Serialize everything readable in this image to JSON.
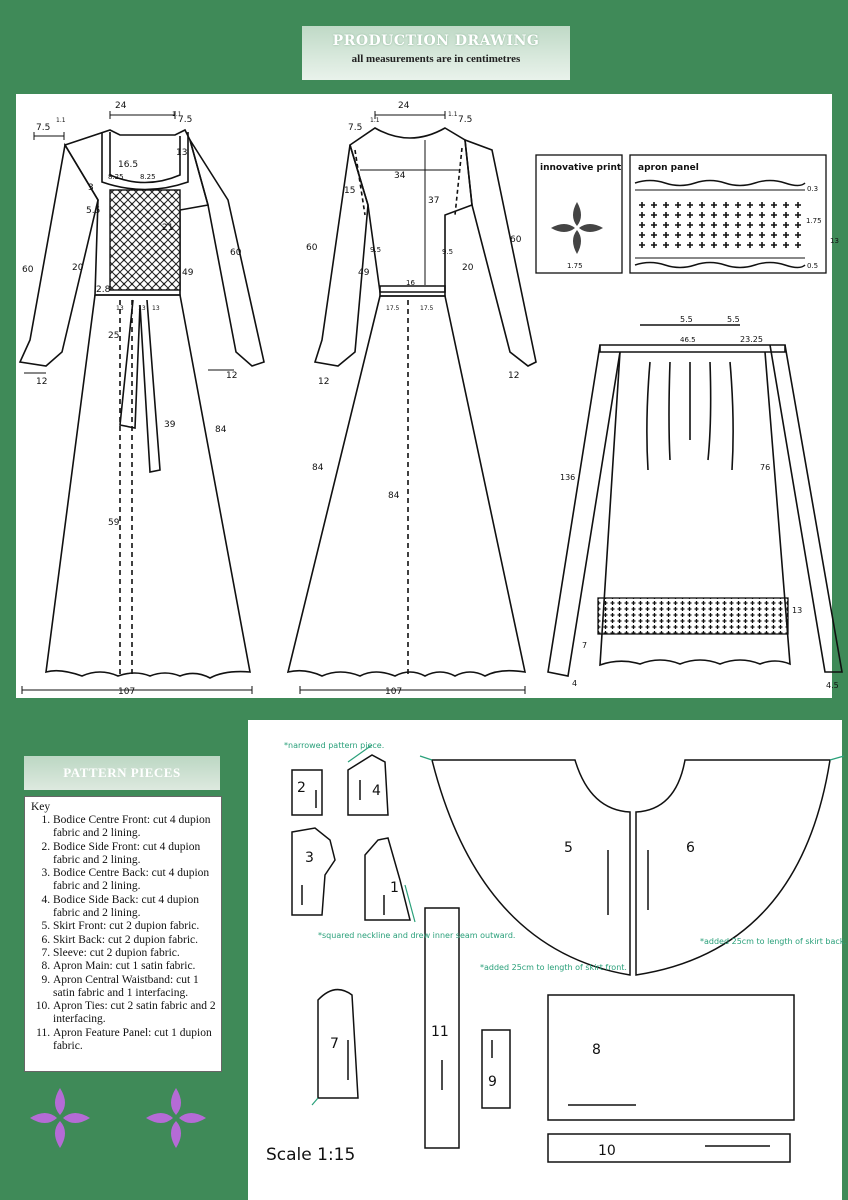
{
  "header": {
    "title": "PRODUCTION DRAWING",
    "subtitle": "all measurements are in centimetres"
  },
  "front_view": {
    "labels": [
      "24",
      "7.5",
      "1.1",
      "7.5",
      "1.1",
      "16.5",
      "8.25",
      "8.25",
      "3",
      "5.5",
      "13",
      "21",
      "60",
      "60",
      "20",
      "49",
      "2.8",
      "13",
      "13",
      "13",
      "25",
      "39",
      "84",
      "59",
      "12",
      "12",
      "107"
    ]
  },
  "back_view": {
    "labels": [
      "24",
      "7.5",
      "1.1",
      "1.1",
      "7.5",
      "34",
      "15",
      "37",
      "60",
      "60",
      "9.5",
      "9.5",
      "49",
      "20",
      "16",
      "17.5",
      "17.5",
      "84",
      "84",
      "12",
      "12",
      "107"
    ]
  },
  "innovative_print": {
    "label": "innovative print",
    "size": "1.75"
  },
  "apron_panel": {
    "label": "apron panel",
    "dims": [
      "0.3",
      "1.75",
      "13",
      "0.5"
    ]
  },
  "apron_view": {
    "labels": [
      "5.5",
      "5.5",
      "46.5",
      "23.25",
      "136",
      "76",
      "13",
      "7",
      "4",
      "4.5"
    ]
  },
  "pattern_pieces": {
    "title": "PATTERN PIECES"
  },
  "key": {
    "title": "Key",
    "items": [
      "Bodice Centre Front: cut 4 dupion fabric and 2 lining.",
      "Bodice Side Front: cut 4  dupion fabric and 2 lining.",
      "Bodice Centre Back: cut 4 dupion fabric and 2 lining.",
      "Bodice Side Back: cut 4 dupion fabric and 2 lining.",
      "Skirt Front: cut 2 dupion fabric.",
      "Skirt Back: cut 2 dupion fabric.",
      "Sleeve: cut 2 dupion fabric.",
      "Apron Main: cut 1 satin fabric.",
      "Apron Central Waistband: cut 1 satin fabric and 1 interfacing.",
      "Apron Ties: cut 2 satin fabric and 2 interfacing.",
      "Apron Feature Panel: cut 1 dupion fabric."
    ]
  },
  "pattern_sheet": {
    "piece_numbers": [
      "2",
      "4",
      "3",
      "1",
      "5",
      "6",
      "7",
      "11",
      "9",
      "8",
      "10"
    ],
    "annotations": [
      "*narrowed pattern piece.",
      "*squared neckline and drew inner seam outward.",
      "*added 25cm to length of skirt front.",
      "*added 25cm to length of skirt back."
    ],
    "scale": "Scale 1:15"
  },
  "colors": {
    "background": "#3f8a58",
    "annotation": "#2aa07a",
    "motif": "#b56bd6"
  }
}
